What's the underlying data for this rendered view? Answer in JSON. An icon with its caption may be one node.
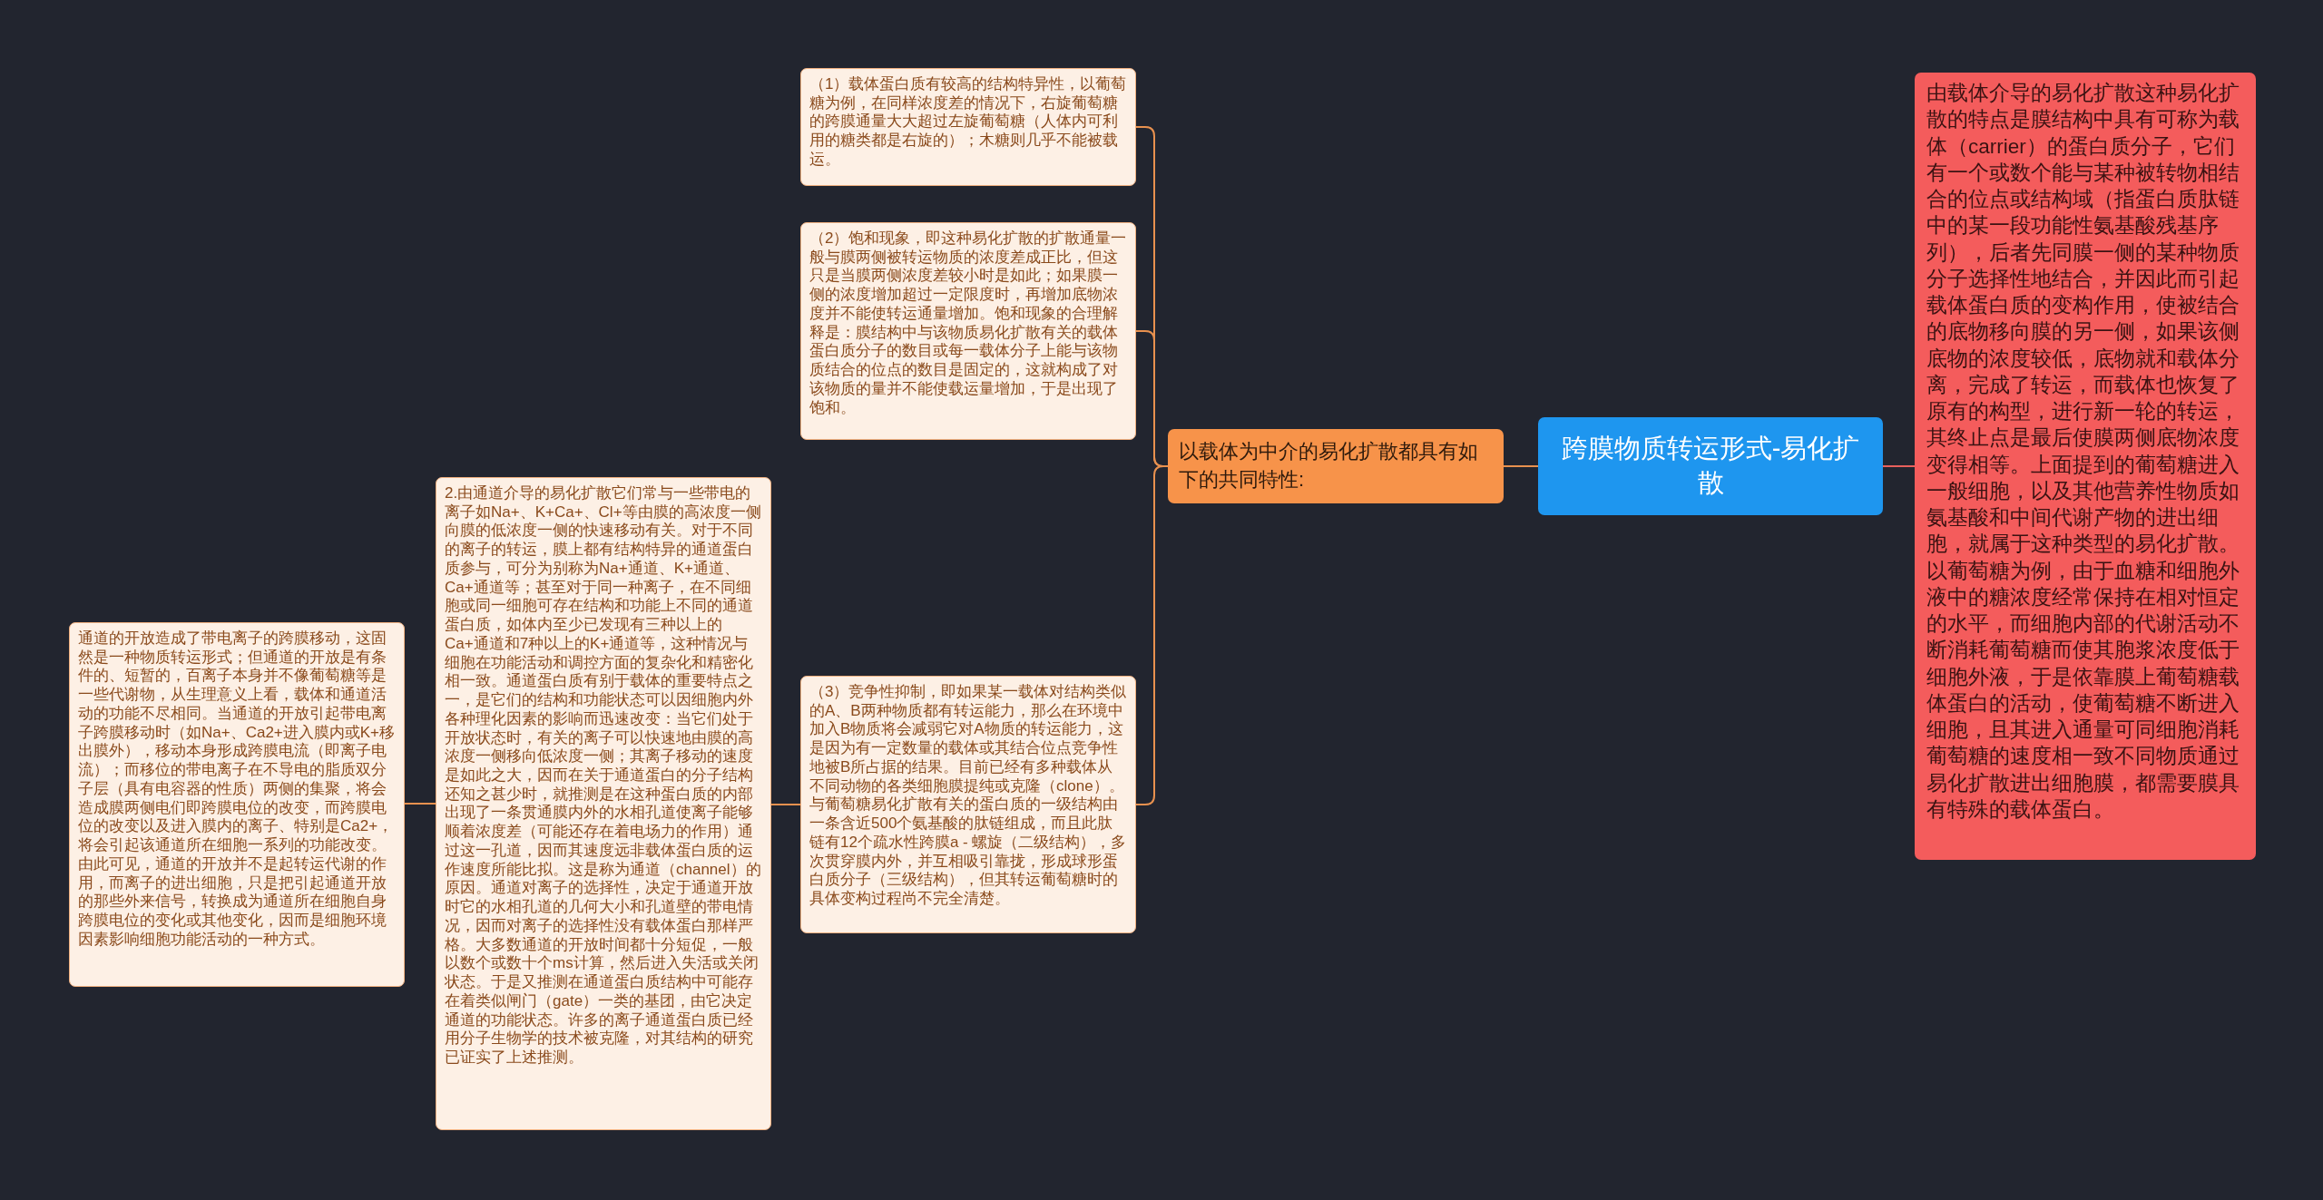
{
  "diagram": {
    "nodes": [
      {
        "text": [
          "跨膜物质转运形式-易化扩散"
        ]
      },
      {
        "text": [
          "以载体为中介的易化扩散都具有如下的共同特性:"
        ]
      },
      {
        "text": [
          "（1）载体蛋白质有较高的结构特异性，以葡萄糖为例，在同样浓度差的情况下，右旋葡萄糖的跨膜通量大大超过左旋葡萄糖（人体内可利用的糖类都是右旋的）；木糖则几乎不能被载运。"
        ]
      },
      {
        "text": [
          "（2）饱和现象，即这种易化扩散的扩散通量一般与膜两侧被转运物质的浓度差成正比，但这只是当膜两侧浓度差较小时是如此；如果膜一侧的浓度增加超过一定限度时，再增加底物浓度并不能使转运通量增加。饱和现象的合理解释是：膜结构中与该物质易化扩散有关的载体蛋白质分子的数目或每一载体分子上能与该物质结合的位点的数目是固定的，这就构成了对该物质的量并不能使载运量增加，于是出现了饱和。"
        ]
      },
      {
        "text": [
          "（3）竞争性抑制，即如果某一载体对结构类似的A、B两种物质都有转运能力，那么在环境中加入B物质将会减弱它对A物质的转运能力，这是因为有一定数量的载体或其结合位点竞争性地被B所占据的结果。目前已经有多种载体从不同动物的各类细胞膜提纯或克隆（clone）。与葡萄糖易化扩散有关的蛋白质的一级结构由一条含近500个氨基酸的肽链组成，而且此肽链有12个疏水性跨膜a - 螺旋（二级结构），多次贯穿膜内外，并互相吸引靠拢，形成球形蛋白质分子（三级结构），但其转运葡萄糖时的具体变构过程尚不完全清楚。"
        ]
      },
      {
        "text": [
          "2.由通道介导的易化扩散它们常与一些带电的离子如Na+、K+Ca+、Cl+等由膜的高浓度一侧向膜的低浓度一侧的快速移动有关。对于不同的离子的转运，膜上都有结构特异的通道蛋白质参与，可分为别称为Na+通道、K+通道、Ca+通道等；甚至对于同一种离子，在不同细胞或同一细胞可存在结构和功能上不同的通道蛋白质，如体内至少已发现有三种以上的Ca+通道和7种以上的K+通道等，这种情况与细胞在功能活动和调控方面的复杂化和精密化相一致。通道蛋白质有别于载体的重要特点之一，是它们的结构和功能状态可以因细胞内外各种理化因素的影响而迅速改变：当它们处于开放状态时，有关的离子可以快速地由膜的高浓度一侧移向低浓度一侧；其离子移动的速度是如此之大，因而在关于通道蛋白的分子结构还知之甚少时，就推测是在这种蛋白质的内部出现了一条贯通膜内外的水相孔道使离子能够顺着浓度差（可能还存在着电场力的作用）通过这一孔道，因而其速度远非载体蛋白质的运作速度所能比拟。这是称为通道（channel）的原因。通道对离子的选择性，决定于通道开放时它的水相孔道的几何大小和孔道壁的带电情况，因而对离子的选择性没有载体蛋白那样严格。大多数通道的开放时间都十分短促，一般以数个或数十个ms计算，然后进入失活或关闭状态。于是又推测在通道蛋白质结构中可能存在着类似闸门（gate）一类的基团，由它决定通道的功能状态。许多的离子通道蛋白质已经用分子生物学的技术被克隆，对其结构的研究已证实了上述推测。"
        ]
      },
      {
        "text": [
          "通道的开放造成了带电离子的跨膜移动，这固然是一种物质转运形式；但通道的开放是有条件的、短暂的，百离子本身并不像葡萄糖等是一些代谢物，从生理意义上看，载体和通道活动的功能不尽相同。当通道的开放引起带电离子跨膜移动时（如Na+、Ca2+进入膜内或K+移出膜外），移动本身形成跨膜电流（即离子电流）；而移位的带电离子在不导电的脂质双分子层（具有电容器的性质）两侧的集聚，将会造成膜两侧电们即跨膜电位的改变，而跨膜电位的改变以及进入膜内的离子、特别是Ca2+，将会引起该通道所在细胞一系列的功能改变。由此可见，通道的开放并不是起转运代谢的作用，而离子的进出细胞，只是把引起通道开放的那些外来信号，转换成为通道所在细胞自身跨膜电位的变化或其他变化，因而是细胞环境因素影响细胞功能活动的一种方式。"
        ]
      },
      {
        "text": [
          "由载体介导的易化扩散这种易化扩散的特点是膜结构中具有可称为载体（carrier）的蛋白质分子，它们有一个或数个能与某种被转物相结合的位点或结构域（指蛋白质肽链中的某一段功能性氨基酸残基序列），后者先同膜一侧的某种物质分子选择性地结合，并因此而引起载体蛋白质的变构作用，使被结合的底物移向膜的另一侧，如果该侧底物的浓度较低，底物就和载体分离，完成了转运，而载体也恢复了原有的构型，进行新一轮的转运，其终止点是最后使膜两侧底物浓度变得相等。上面提到的葡萄糖进入一般细胞，以及其他营养性物质如氨基酸和中间代谢产物的进出细胞，就属于这种类型的易化扩散。以葡萄糖为例，由于血糖和细胞外液中的糖浓度经常保持在相对恒定的水平，而细胞内部的代谢活动不断消耗葡萄糖而使其胞浆浓度低于细胞外液，于是依靠膜上葡萄糖载体蛋白的活动，使葡萄糖不断进入细胞，且其进入通量可同细胞消耗葡萄糖的速度相一致不同物质通过易化扩散进出细胞膜，都需要膜具有特殊的载体蛋白。"
        ]
      }
    ],
    "edges": [
      {
        "from": 0,
        "to": 1,
        "arrow": "none"
      },
      {
        "from": 0,
        "to": 7,
        "arrow": "none",
        "color": "#e8605c"
      },
      {
        "from": 1,
        "to": 2,
        "arrow": "none"
      },
      {
        "from": 1,
        "to": 3,
        "arrow": "none"
      },
      {
        "from": 1,
        "to": 4,
        "arrow": "none"
      },
      {
        "from": 4,
        "to": 5,
        "arrow": "none"
      },
      {
        "from": 5,
        "to": 6,
        "arrow": "none"
      }
    ]
  }
}
